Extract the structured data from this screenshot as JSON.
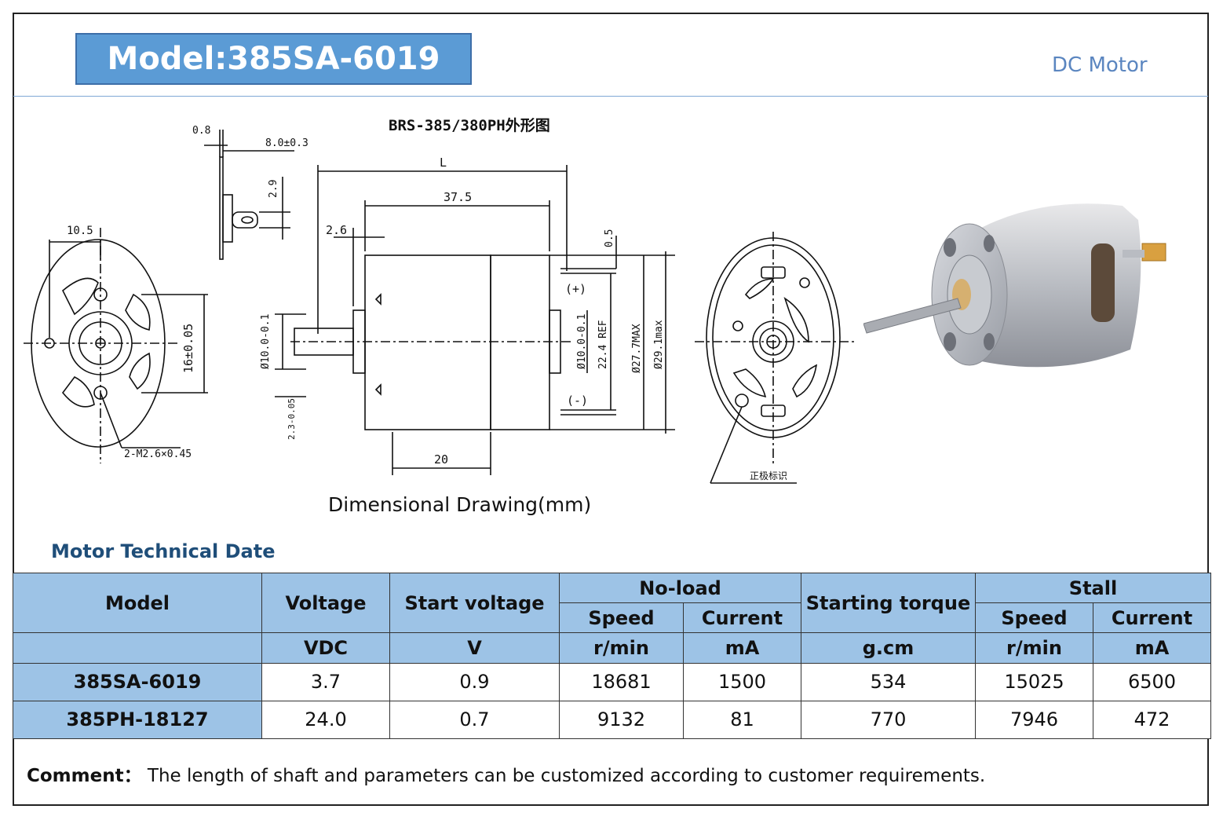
{
  "header": {
    "model_title": "Model:385SA-6019",
    "category": "DC Motor"
  },
  "drawing": {
    "title": "BRS-385/380PH外形图",
    "caption": "Dimensional Drawing(mm)",
    "dims": {
      "d_0_8": "0.8",
      "d_8_0": "8.0±0.3",
      "d_2_9": "2.9",
      "d_10_5": "10.5",
      "d_16": "16±0.05",
      "d_screw": "2-M2.6×0.45",
      "d_L": "L",
      "d_37_5": "37.5",
      "d_2_6": "2.6",
      "d_0_5": "0.5",
      "d_shaft": "Ø10.0-0.1",
      "d_flat": "2.3-0.05",
      "d_bearing": "Ø10.0-0.1",
      "d_22_4": "22.4 REF",
      "d_27_7": "Ø27.7MAX",
      "d_29_1": "Ø29.1max",
      "d_20": "20",
      "plus": "(+)",
      "minus": "(-)",
      "polarity": "正极标识"
    }
  },
  "tech_section_title": "Motor Technical Date",
  "table": {
    "headers": {
      "model": "Model",
      "voltage": "Voltage",
      "start_voltage": "Start voltage",
      "no_load": "No-load",
      "starting_torque": "Starting torque",
      "stall": "Stall",
      "speed": "Speed",
      "current": "Current",
      "stall_speed": "Speed",
      "stall_current": "Current"
    },
    "units": {
      "voltage": "VDC",
      "start_voltage": "V",
      "nl_speed": "r/min",
      "nl_current": "mA",
      "torque": "g.cm",
      "st_speed": "r/min",
      "st_current": "mA"
    },
    "rows": [
      {
        "model": "385SA-6019",
        "voltage": "3.7",
        "start_voltage": "0.9",
        "nl_speed": "18681",
        "nl_current": "1500",
        "torque": "534",
        "st_speed": "15025",
        "st_current": "6500"
      },
      {
        "model": "385PH-18127",
        "voltage": "24.0",
        "start_voltage": "0.7",
        "nl_speed": "9132",
        "nl_current": "81",
        "torque": "770",
        "st_speed": "7946",
        "st_current": "472"
      }
    ]
  },
  "comment": {
    "label": "Comment：",
    "text": "The length of shaft and parameters can be customized according to customer requirements."
  },
  "colors": {
    "header_fill": "#5b9bd5",
    "table_header": "#9dc3e6",
    "title_text": "#1f4e79",
    "category_text": "#5b86c0"
  }
}
